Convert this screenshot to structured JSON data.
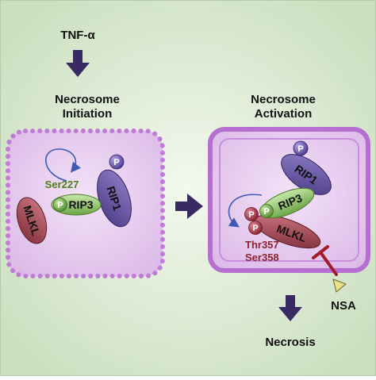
{
  "stimulus": {
    "label": "TNF-α"
  },
  "stages": {
    "initiation": {
      "line1": "Necrosome",
      "line2": "Initiation"
    },
    "activation": {
      "line1": "Necrosome",
      "line2": "Activation"
    }
  },
  "proteins": {
    "rip1": "RIP1",
    "rip3": "RIP3",
    "mlkl": "MLKL"
  },
  "phospho": {
    "label": "P"
  },
  "sites": {
    "rip3_site": "Ser227",
    "mlkl_site1": "Thr357",
    "mlkl_site2": "Ser358"
  },
  "inhibitor": {
    "label": "NSA"
  },
  "outcome": {
    "label": "Necrosis"
  },
  "colors": {
    "background": "#e3efdc",
    "compartment_fill": "#e8cdf0",
    "compartment_border": "#b56fd0",
    "arrow": "#3a2a63",
    "rip1": "#5f4a9a",
    "rip3": "#8cc566",
    "mlkl": "#a94a57",
    "phospho_purple": "#6a58b0",
    "phospho_green": "#6fae45",
    "phospho_red": "#b23a48",
    "inhibitor": "#a01c2c",
    "ligand": "#e7dc86"
  }
}
